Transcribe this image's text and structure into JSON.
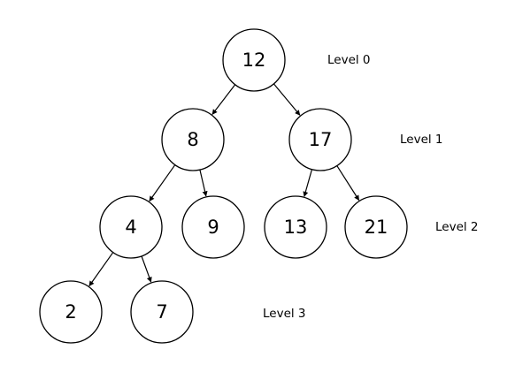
{
  "nodes": [
    {
      "id": "n12",
      "label": "12"
    },
    {
      "id": "n8",
      "label": "8"
    },
    {
      "id": "n17",
      "label": "17"
    },
    {
      "id": "n4",
      "label": "4"
    },
    {
      "id": "n9",
      "label": "9"
    },
    {
      "id": "n13",
      "label": "13"
    },
    {
      "id": "n21",
      "label": "21"
    },
    {
      "id": "n2",
      "label": "2"
    },
    {
      "id": "n7",
      "label": "7"
    }
  ],
  "edges": [
    {
      "from": "n12",
      "to": "n8"
    },
    {
      "from": "n12",
      "to": "n17"
    },
    {
      "from": "n8",
      "to": "n4"
    },
    {
      "from": "n8",
      "to": "n9"
    },
    {
      "from": "n17",
      "to": "n13"
    },
    {
      "from": "n17",
      "to": "n21"
    },
    {
      "from": "n4",
      "to": "n2"
    },
    {
      "from": "n4",
      "to": "n7"
    }
  ],
  "levels": [
    {
      "label": "Level 0"
    },
    {
      "label": "Level 1"
    },
    {
      "label": "Level 2"
    },
    {
      "label": "Level 3"
    }
  ]
}
